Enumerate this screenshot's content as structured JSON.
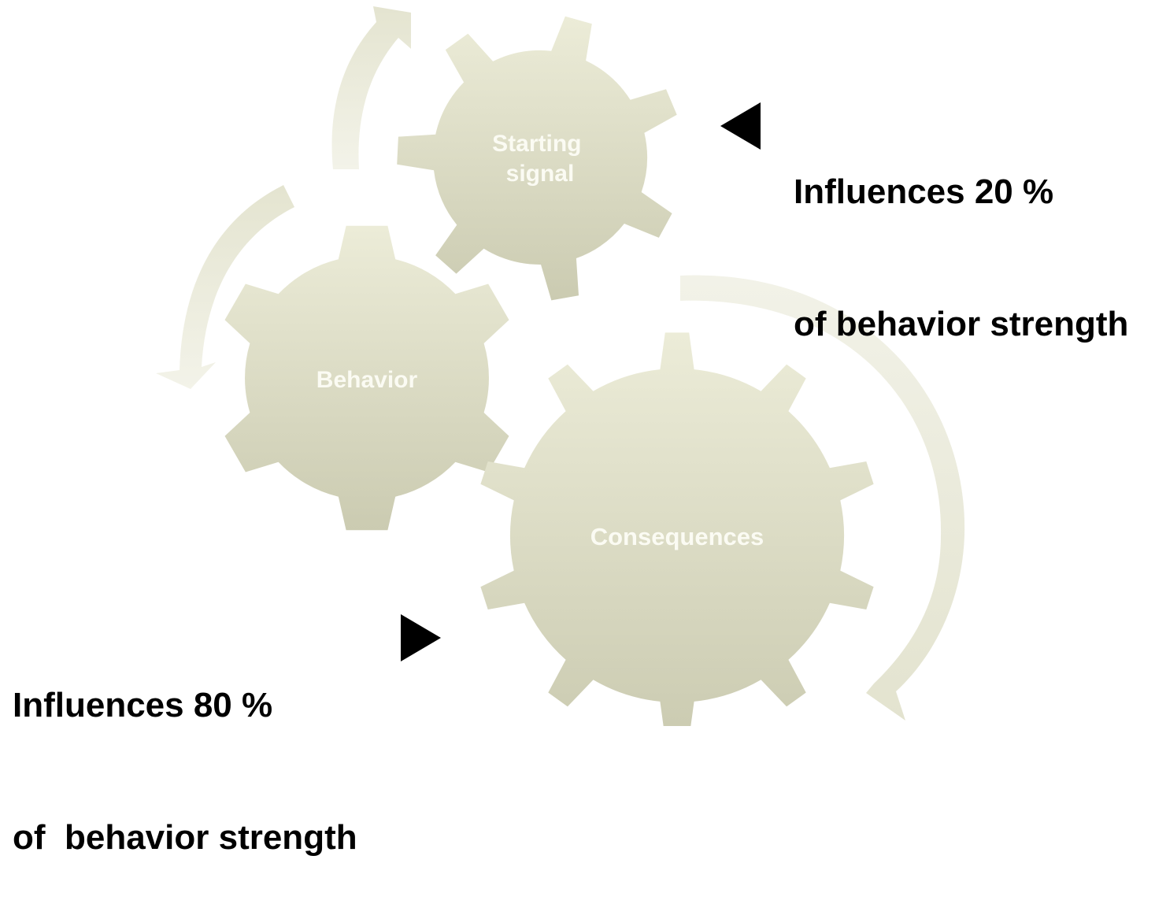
{
  "gears": [
    {
      "id": "starting-signal",
      "label_lines": [
        "Starting",
        "signal"
      ]
    },
    {
      "id": "behavior",
      "label_lines": [
        "Behavior"
      ]
    },
    {
      "id": "consequences",
      "label_lines": [
        "Consequences"
      ]
    }
  ],
  "callouts": {
    "top": {
      "line1": "Influences 20 %",
      "line2": "of behavior strength"
    },
    "bottom": {
      "line1": "Influences 80 %",
      "line2": "of  behavior strength"
    }
  },
  "colors": {
    "gear_light": "#ebebd6",
    "gear_dark": "#cdcdb2",
    "arrow": "#e6e6d3",
    "label": "#fbfbf3",
    "text": "#000000"
  },
  "icons": [
    "left-pointing-triangle-icon",
    "right-pointing-triangle-icon",
    "curved-arrow-icon"
  ]
}
